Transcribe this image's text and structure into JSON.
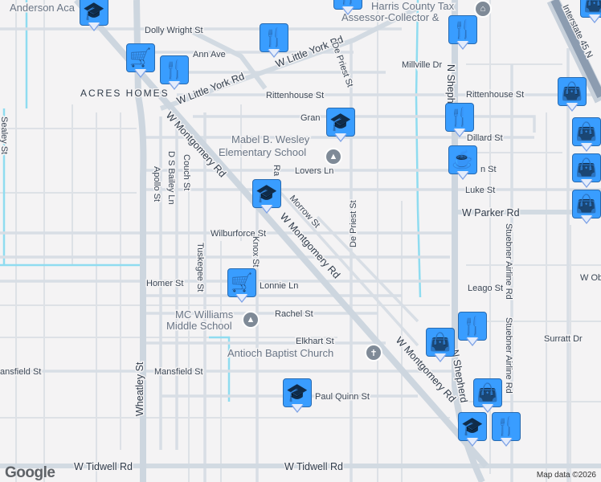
{
  "map": {
    "attribution": "Map data ©2026",
    "logo": "Google",
    "area_label": "ACRES HOMES",
    "streets": {
      "dolly_wright": "Dolly Wright St",
      "ann": "Ann Ave",
      "w_little_york_1": "W Little York Rd",
      "w_little_york_2": "W Little York Rd",
      "de_priest_n": "De Priest St",
      "de_priest_s": "De Priest St",
      "millville": "Millville Dr",
      "rittenhouse_w": "Rittenhouse St",
      "rittenhouse_e": "Rittenhouse St",
      "n_shepherd_n": "N Shepherd",
      "n_shepherd_s": "N Shepherd",
      "gran": "Gran",
      "dillard": "Dillard St",
      "lovers": "Lovers Ln",
      "sn": "n St",
      "luke": "Luke St",
      "w_parker": "W Parker Rd",
      "w_montgomery_n": "W Montgomery Rd",
      "w_montgomery_m": "W Montgomery Rd",
      "w_montgomery_s": "W Montgomery Rd",
      "morrow": "Morrow St",
      "ra": "Ra",
      "sealey": "Sealey St",
      "apollo": "Apollo St",
      "ds_bailey": "D S Bailey Ln",
      "couch": "Couch St",
      "wilburforce": "Wilburforce St",
      "knox": "Knox St",
      "tuskegee": "Tuskegee St",
      "wheatley": "Wheatley St",
      "homer": "Homer St",
      "lonnie": "Lonnie Ln",
      "rachel": "Rachel St",
      "elkhart": "Elkhart St",
      "mansfield_w": "ansfield St",
      "mansfield": "Mansfield St",
      "paul_quinn": "Paul Quinn St",
      "w_tidwell_w": "W Tidwell Rd",
      "w_tidwell_e": "W Tidwell Rd",
      "leago": "Leago St",
      "w_ob": "W Ob",
      "surratt": "Surratt Dr",
      "stuebner_n": "Stuebner Airline Rd",
      "stuebner_s": "Stuebner Airline Rd",
      "interstate": "Interstate 45 N"
    },
    "places": {
      "anderson": "Anderson Aca",
      "harris_1": "Harris County Tax",
      "harris_2": "Assessor-Collector &",
      "mabel_1": "Mabel B. Wesley",
      "mabel_2": "Elementary School",
      "mcwilliams_1": "MC Williams",
      "mcwilliams_2": "Middle School",
      "antioch": "Antioch Baptist Church"
    },
    "markers": [
      {
        "icon": "graduation-cap-icon",
        "category": "school"
      },
      {
        "icon": "shopping-cart-icon",
        "category": "grocery"
      },
      {
        "icon": "fork-knife-icon",
        "category": "restaurant"
      },
      {
        "icon": "fork-knife-icon",
        "category": "restaurant"
      },
      {
        "icon": "fork-knife-icon",
        "category": "restaurant"
      },
      {
        "icon": "fork-knife-icon",
        "category": "restaurant"
      },
      {
        "icon": "shopping-bag-icon",
        "category": "shopping"
      },
      {
        "icon": "shopping-bag-icon",
        "category": "shopping"
      },
      {
        "icon": "graduation-cap-icon",
        "category": "school"
      },
      {
        "icon": "fork-knife-icon",
        "category": "restaurant"
      },
      {
        "icon": "coffee-cup-icon",
        "category": "cafe"
      },
      {
        "icon": "shopping-bag-icon",
        "category": "shopping"
      },
      {
        "icon": "shopping-bag-icon",
        "category": "shopping"
      },
      {
        "icon": "shopping-bag-icon",
        "category": "shopping"
      },
      {
        "icon": "graduation-cap-icon",
        "category": "school"
      },
      {
        "icon": "shopping-cart-icon",
        "category": "grocery"
      },
      {
        "icon": "fork-knife-icon",
        "category": "restaurant"
      },
      {
        "icon": "shopping-bag-icon",
        "category": "shopping"
      },
      {
        "icon": "shopping-bag-icon",
        "category": "shopping"
      },
      {
        "icon": "fork-knife-icon",
        "category": "restaurant"
      },
      {
        "icon": "graduation-cap-icon",
        "category": "school"
      },
      {
        "icon": "graduation-cap-icon",
        "category": "school"
      }
    ],
    "colors": {
      "marker_fill": "#e4ecfb",
      "marker_border": "#7da2e6",
      "marker_icon": "#0f4466",
      "water": "#8fdcf0",
      "background": "#f4f3f4"
    }
  }
}
